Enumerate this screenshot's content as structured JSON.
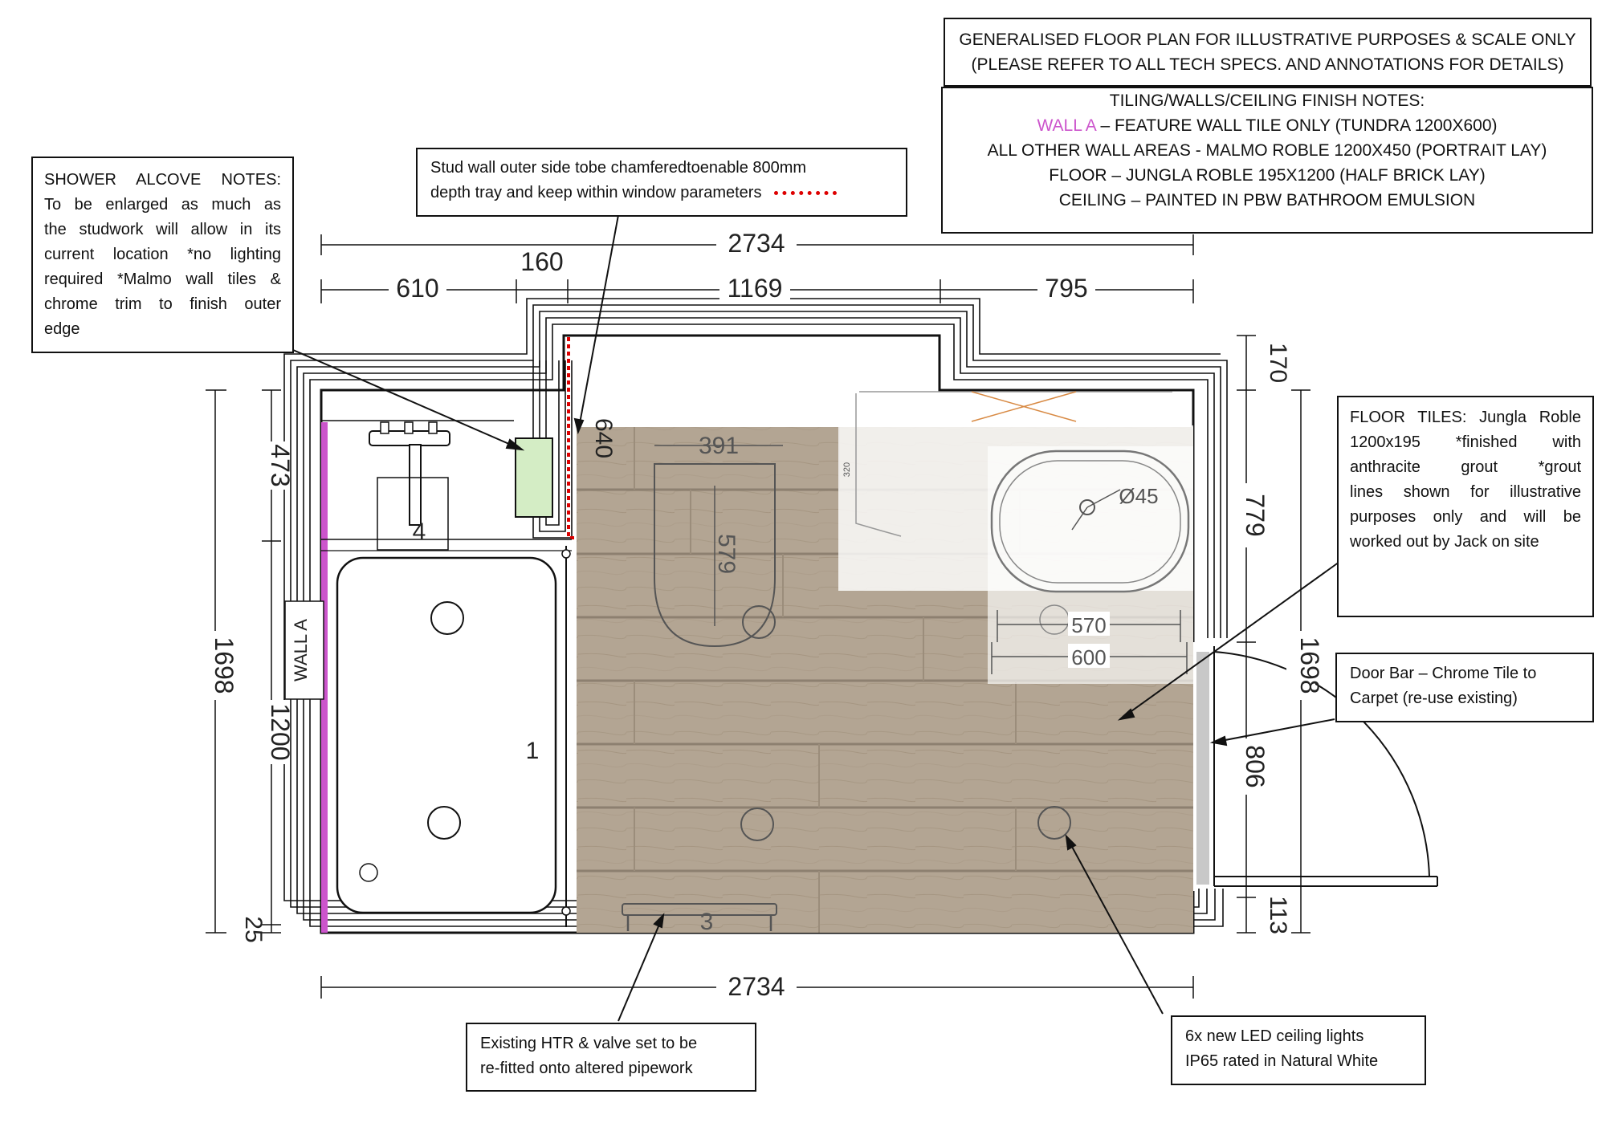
{
  "title_note": {
    "line1": "GENERALISED FLOOR PLAN FOR ILLUSTRATIVE PURPOSES & SCALE ONLY",
    "line2": "(PLEASE REFER TO ALL TECH SPECS. AND ANNOTATIONS FOR DETAILS)"
  },
  "finish_notes": {
    "heading": "TILING/WALLS/CEILING FINISH NOTES:",
    "wall_a_label": "WALL A",
    "wall_a_text": " – FEATURE WALL TILE ONLY (TUNDRA 1200X600)",
    "other_walls": "ALL OTHER WALL AREAS - MALMO ROBLE 1200X450 (PORTRAIT LAY)",
    "floor": "FLOOR – JUNGLA ROBLE 195X1200 (HALF BRICK LAY)",
    "ceiling": "CEILING – PAINTED IN PBW BATHROOM EMULSION"
  },
  "shower_note": {
    "lines": [
      "SHOWER ALCOVE NOTES:",
      "To be enlarged as much as",
      "the studwork will allow in its",
      "current location *no lighting",
      "required *Malmo wall tiles &",
      "chrome trim to finish outer"
    ],
    "last_line": "edge"
  },
  "stud_note": {
    "line1": "Stud wall outer side tobe chamferedtoenable 800mm",
    "line2": "depth tray and keep within window parameters"
  },
  "floor_tiles_note": {
    "lines": [
      "FLOOR TILES: Jungla Roble",
      "1200x195 *finished with",
      "anthracite grout *grout",
      "lines shown for illustrative",
      "purposes only and will be"
    ],
    "last_line": "worked out by Jack on site"
  },
  "door_bar_note": {
    "line1": "Door Bar – Chrome Tile to",
    "line2": "Carpet (re-use existing)"
  },
  "htr_note": {
    "line1": "Existing HTR & valve set to be",
    "line2": "re-fitted onto altered pipework"
  },
  "led_note": {
    "line1": "6x new LED ceiling lights",
    "line2": "IP65 rated in Natural White"
  },
  "dimensions": {
    "overall_top": "2734",
    "overall_bottom": "2734",
    "seg_610": "610",
    "seg_160": "160",
    "seg_1169": "1169",
    "seg_795": "795",
    "left_1698": "1698",
    "left_473": "473",
    "left_1200": "1200",
    "left_25": "25",
    "right_170": "170",
    "right_779": "779",
    "right_1698": "1698",
    "right_806": "806",
    "right_113": "113",
    "alcove_640": "640",
    "wc_391": "391",
    "wc_579": "579",
    "basin_320": "320",
    "basin_dia": "Ø45",
    "basin_570": "570",
    "basin_600": "600"
  },
  "labels": {
    "wall_a": "WALL A",
    "item_1": "1",
    "item_3": "3",
    "item_4": "4"
  },
  "colors": {
    "feature_wall": "#cc55cc",
    "floor_tile": "#b3a593",
    "dotted_line": "#dd0000",
    "shower_tray": "#d4edc5",
    "door_bar": "#c8c8c8"
  }
}
